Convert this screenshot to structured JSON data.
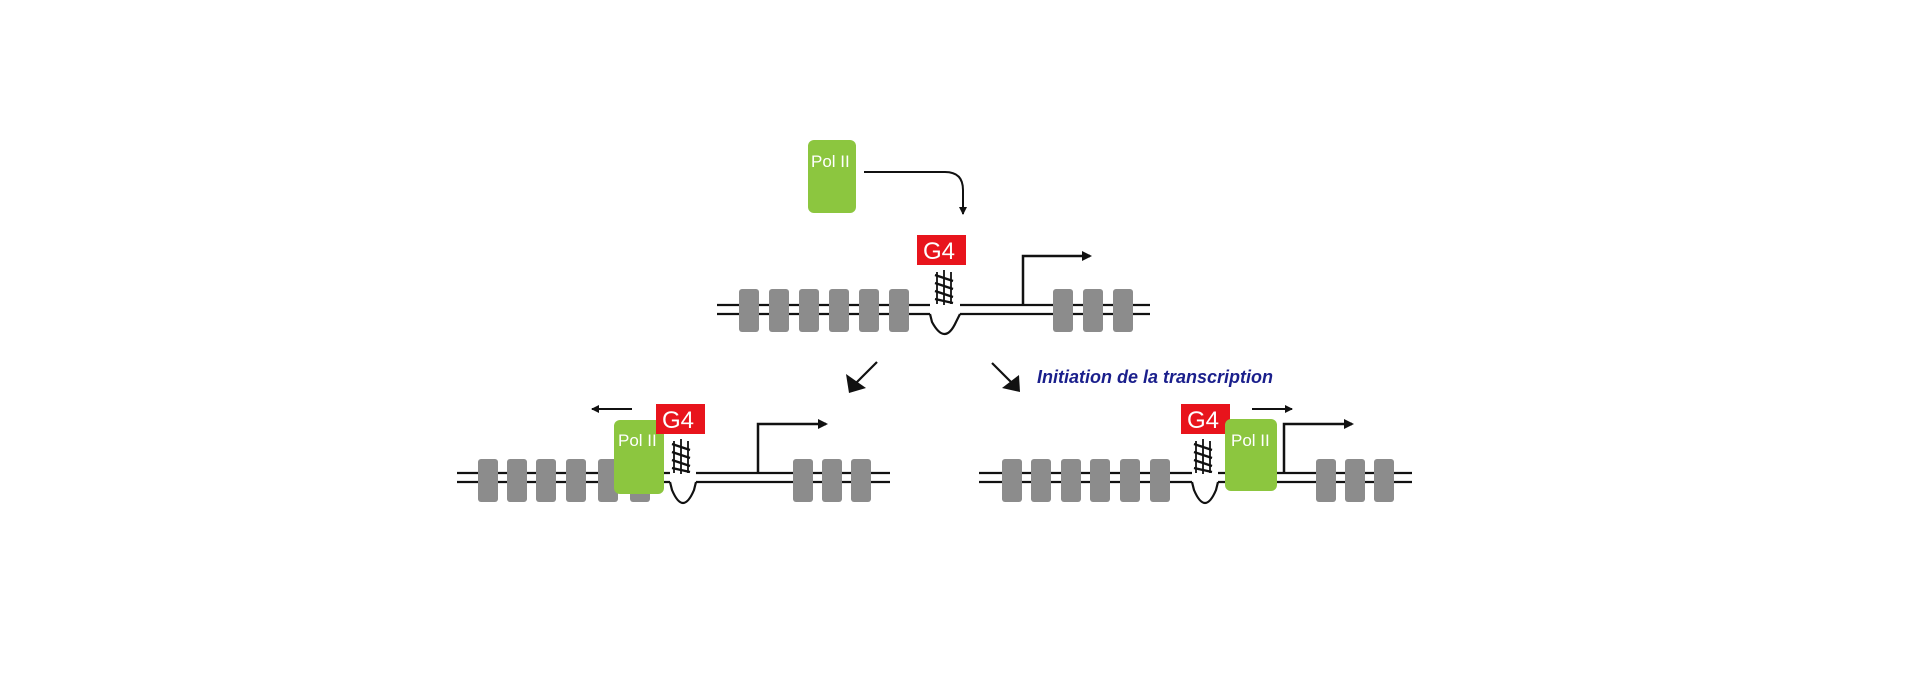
{
  "labels": {
    "pol2": "Pol II",
    "g4": "G4",
    "initiation": "Initiation de la transcription"
  },
  "colors": {
    "pol2_fill": "#8cc63f",
    "g4_fill": "#e8141c",
    "nucleosome_fill": "#8c8c8c",
    "dna_stroke": "#111111",
    "caption_text": "#1a1f8c"
  },
  "icons": {
    "g4_structure": "g-quadruplex-icon",
    "tss": "transcription-start-arrow-icon"
  }
}
